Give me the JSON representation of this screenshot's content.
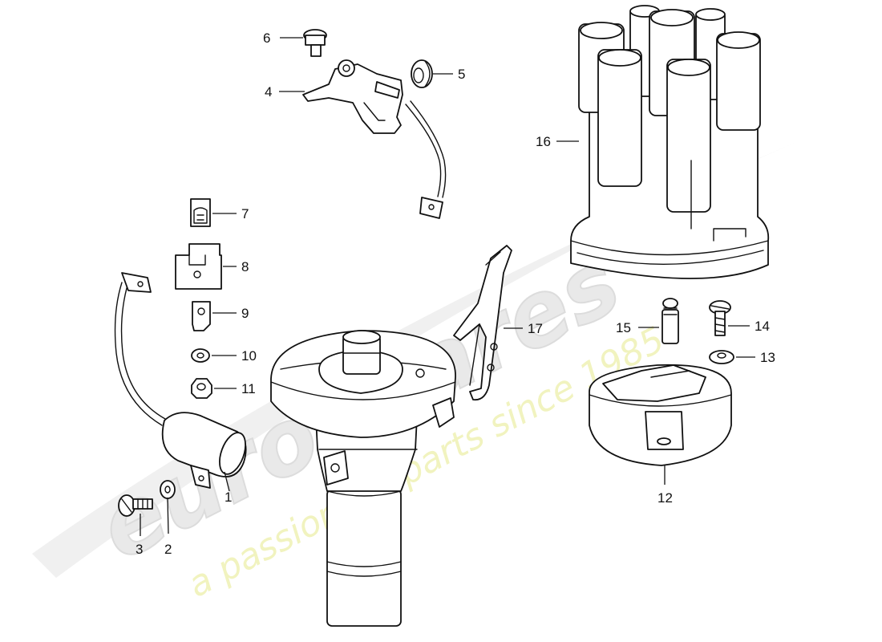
{
  "diagram": {
    "callouts": [
      {
        "id": "1",
        "label": "1"
      },
      {
        "id": "2",
        "label": "2"
      },
      {
        "id": "3",
        "label": "3"
      },
      {
        "id": "4",
        "label": "4"
      },
      {
        "id": "5",
        "label": "5"
      },
      {
        "id": "6",
        "label": "6"
      },
      {
        "id": "7",
        "label": "7"
      },
      {
        "id": "8",
        "label": "8"
      },
      {
        "id": "9",
        "label": "9"
      },
      {
        "id": "10",
        "label": "10"
      },
      {
        "id": "11",
        "label": "11"
      },
      {
        "id": "12",
        "label": "12"
      },
      {
        "id": "13",
        "label": "13"
      },
      {
        "id": "14",
        "label": "14"
      },
      {
        "id": "15",
        "label": "15"
      },
      {
        "id": "16",
        "label": "16"
      },
      {
        "id": "17",
        "label": "17"
      }
    ]
  },
  "watermark": {
    "brand": "eurospares",
    "tagline": "a passion for parts since 1985",
    "brand_color": "#e9e9e9",
    "tagline_color": "#f1f3bf"
  }
}
